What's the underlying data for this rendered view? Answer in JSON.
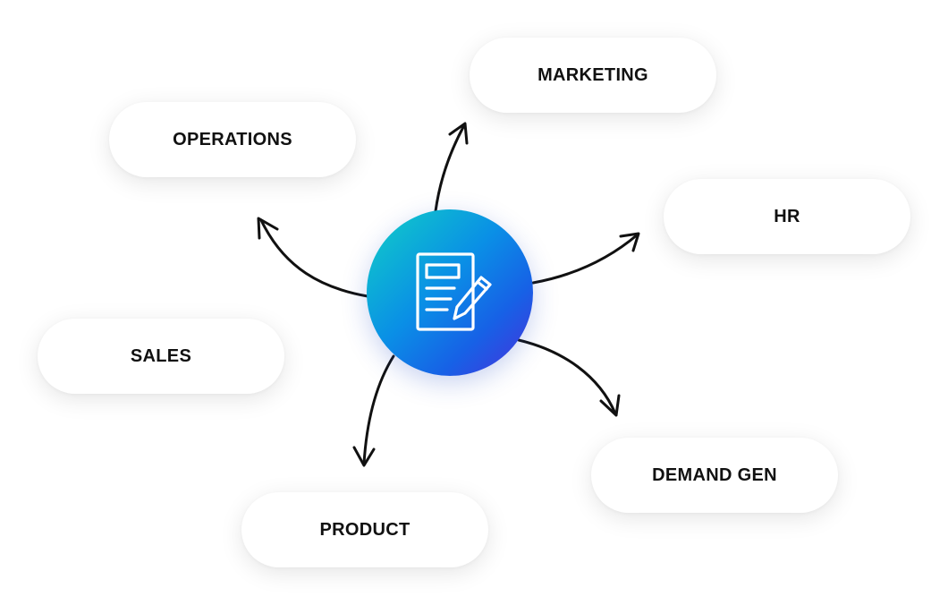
{
  "diagram": {
    "hub_icon": "document-edit-icon",
    "colors": {
      "hub_gradient": [
        "#10d0c6",
        "#0a8fe6",
        "#1761e6",
        "#4a2fdc"
      ],
      "arrow": "#111111",
      "label": "#111111"
    },
    "nodes": {
      "marketing": "MARKETING",
      "operations": "OPERATIONS",
      "hr": "HR",
      "sales": "SALES",
      "demand_gen": "DEMAND GEN",
      "product": "PRODUCT"
    }
  }
}
